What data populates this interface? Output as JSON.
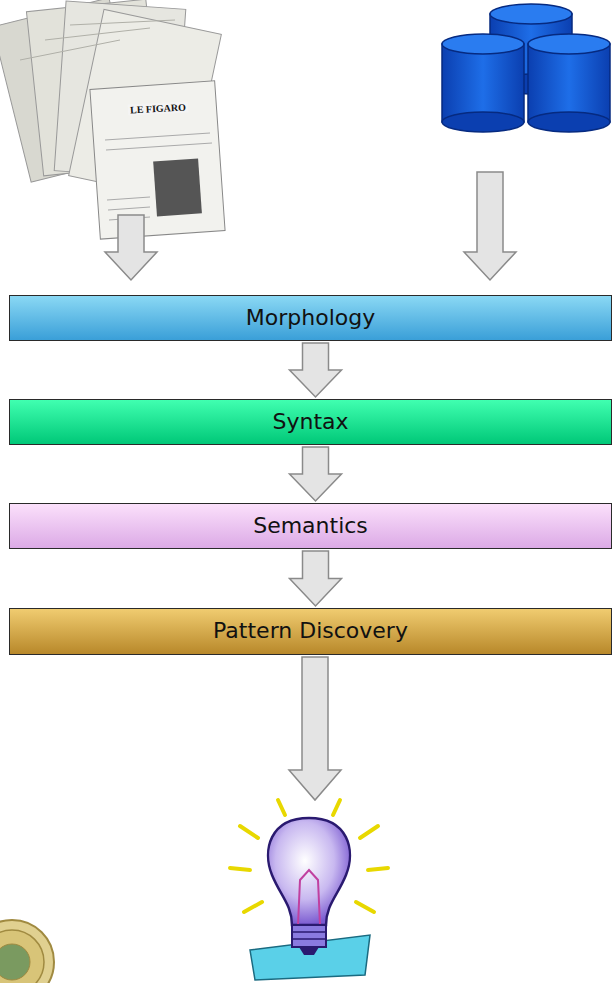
{
  "diagram": {
    "nodes": [
      {
        "text": [
          "Morphology"
        ]
      },
      {
        "text": [
          "Syntax"
        ]
      },
      {
        "text": [
          "Semantics"
        ]
      },
      {
        "text": [
          "Pattern Discovery"
        ]
      }
    ],
    "edges": [
      {
        "from": 0,
        "to": 1,
        "arrow": "to"
      },
      {
        "from": 1,
        "to": 2,
        "arrow": "to"
      },
      {
        "from": 2,
        "to": 3,
        "arrow": "to"
      }
    ],
    "labels": [
      "LE FIGARO"
    ]
  }
}
